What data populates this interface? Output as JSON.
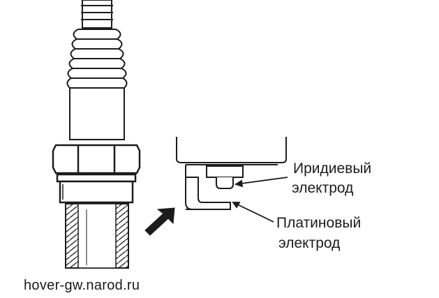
{
  "labels": {
    "iridium_line1": "Иридиевый",
    "iridium_line2": "электрод",
    "platinum_line1": "Платиновый",
    "platinum_line2": "электрод"
  },
  "watermark": "hover-gw.narod.ru",
  "colors": {
    "ink": "#1c1c1c",
    "background": "#ffffff"
  }
}
